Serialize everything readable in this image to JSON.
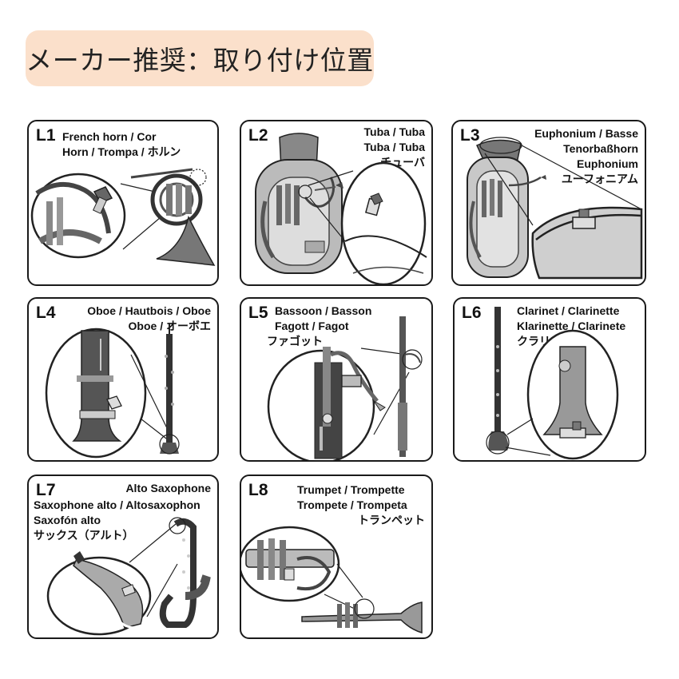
{
  "header": {
    "title": "メーカー推奨：取り付け位置"
  },
  "cards": [
    {
      "code": "L1",
      "lines": [
        "French horn / Cor",
        "Horn / Trompa / ホルン"
      ]
    },
    {
      "code": "L2",
      "lines": [
        "Tuba / Tuba",
        "Tuba / Tuba",
        "チューバ"
      ]
    },
    {
      "code": "L3",
      "lines": [
        "Euphonium / Basse",
        "Tenorbaßhorn",
        "Euphonium",
        "ユーフォニアム"
      ]
    },
    {
      "code": "L4",
      "lines": [
        "Oboe / Hautbois / Oboe",
        "Oboe / オーボエ"
      ]
    },
    {
      "code": "L5",
      "lines": [
        "Bassoon / Basson",
        "Fagott / Fagot",
        "ファゴット"
      ]
    },
    {
      "code": "L6",
      "lines": [
        "Clarinet / Clarinette",
        "Klarinette / Clarinete",
        "クラリネット"
      ]
    },
    {
      "code": "L7",
      "lines": [
        "Alto Saxophone",
        "Saxophone alto / Altosaxophon",
        "Saxofón alto",
        "サックス（アルト）"
      ]
    },
    {
      "code": "L8",
      "lines": [
        "Trumpet / Trompette",
        "Trompete / Trompeta",
        "トランペット"
      ]
    }
  ]
}
